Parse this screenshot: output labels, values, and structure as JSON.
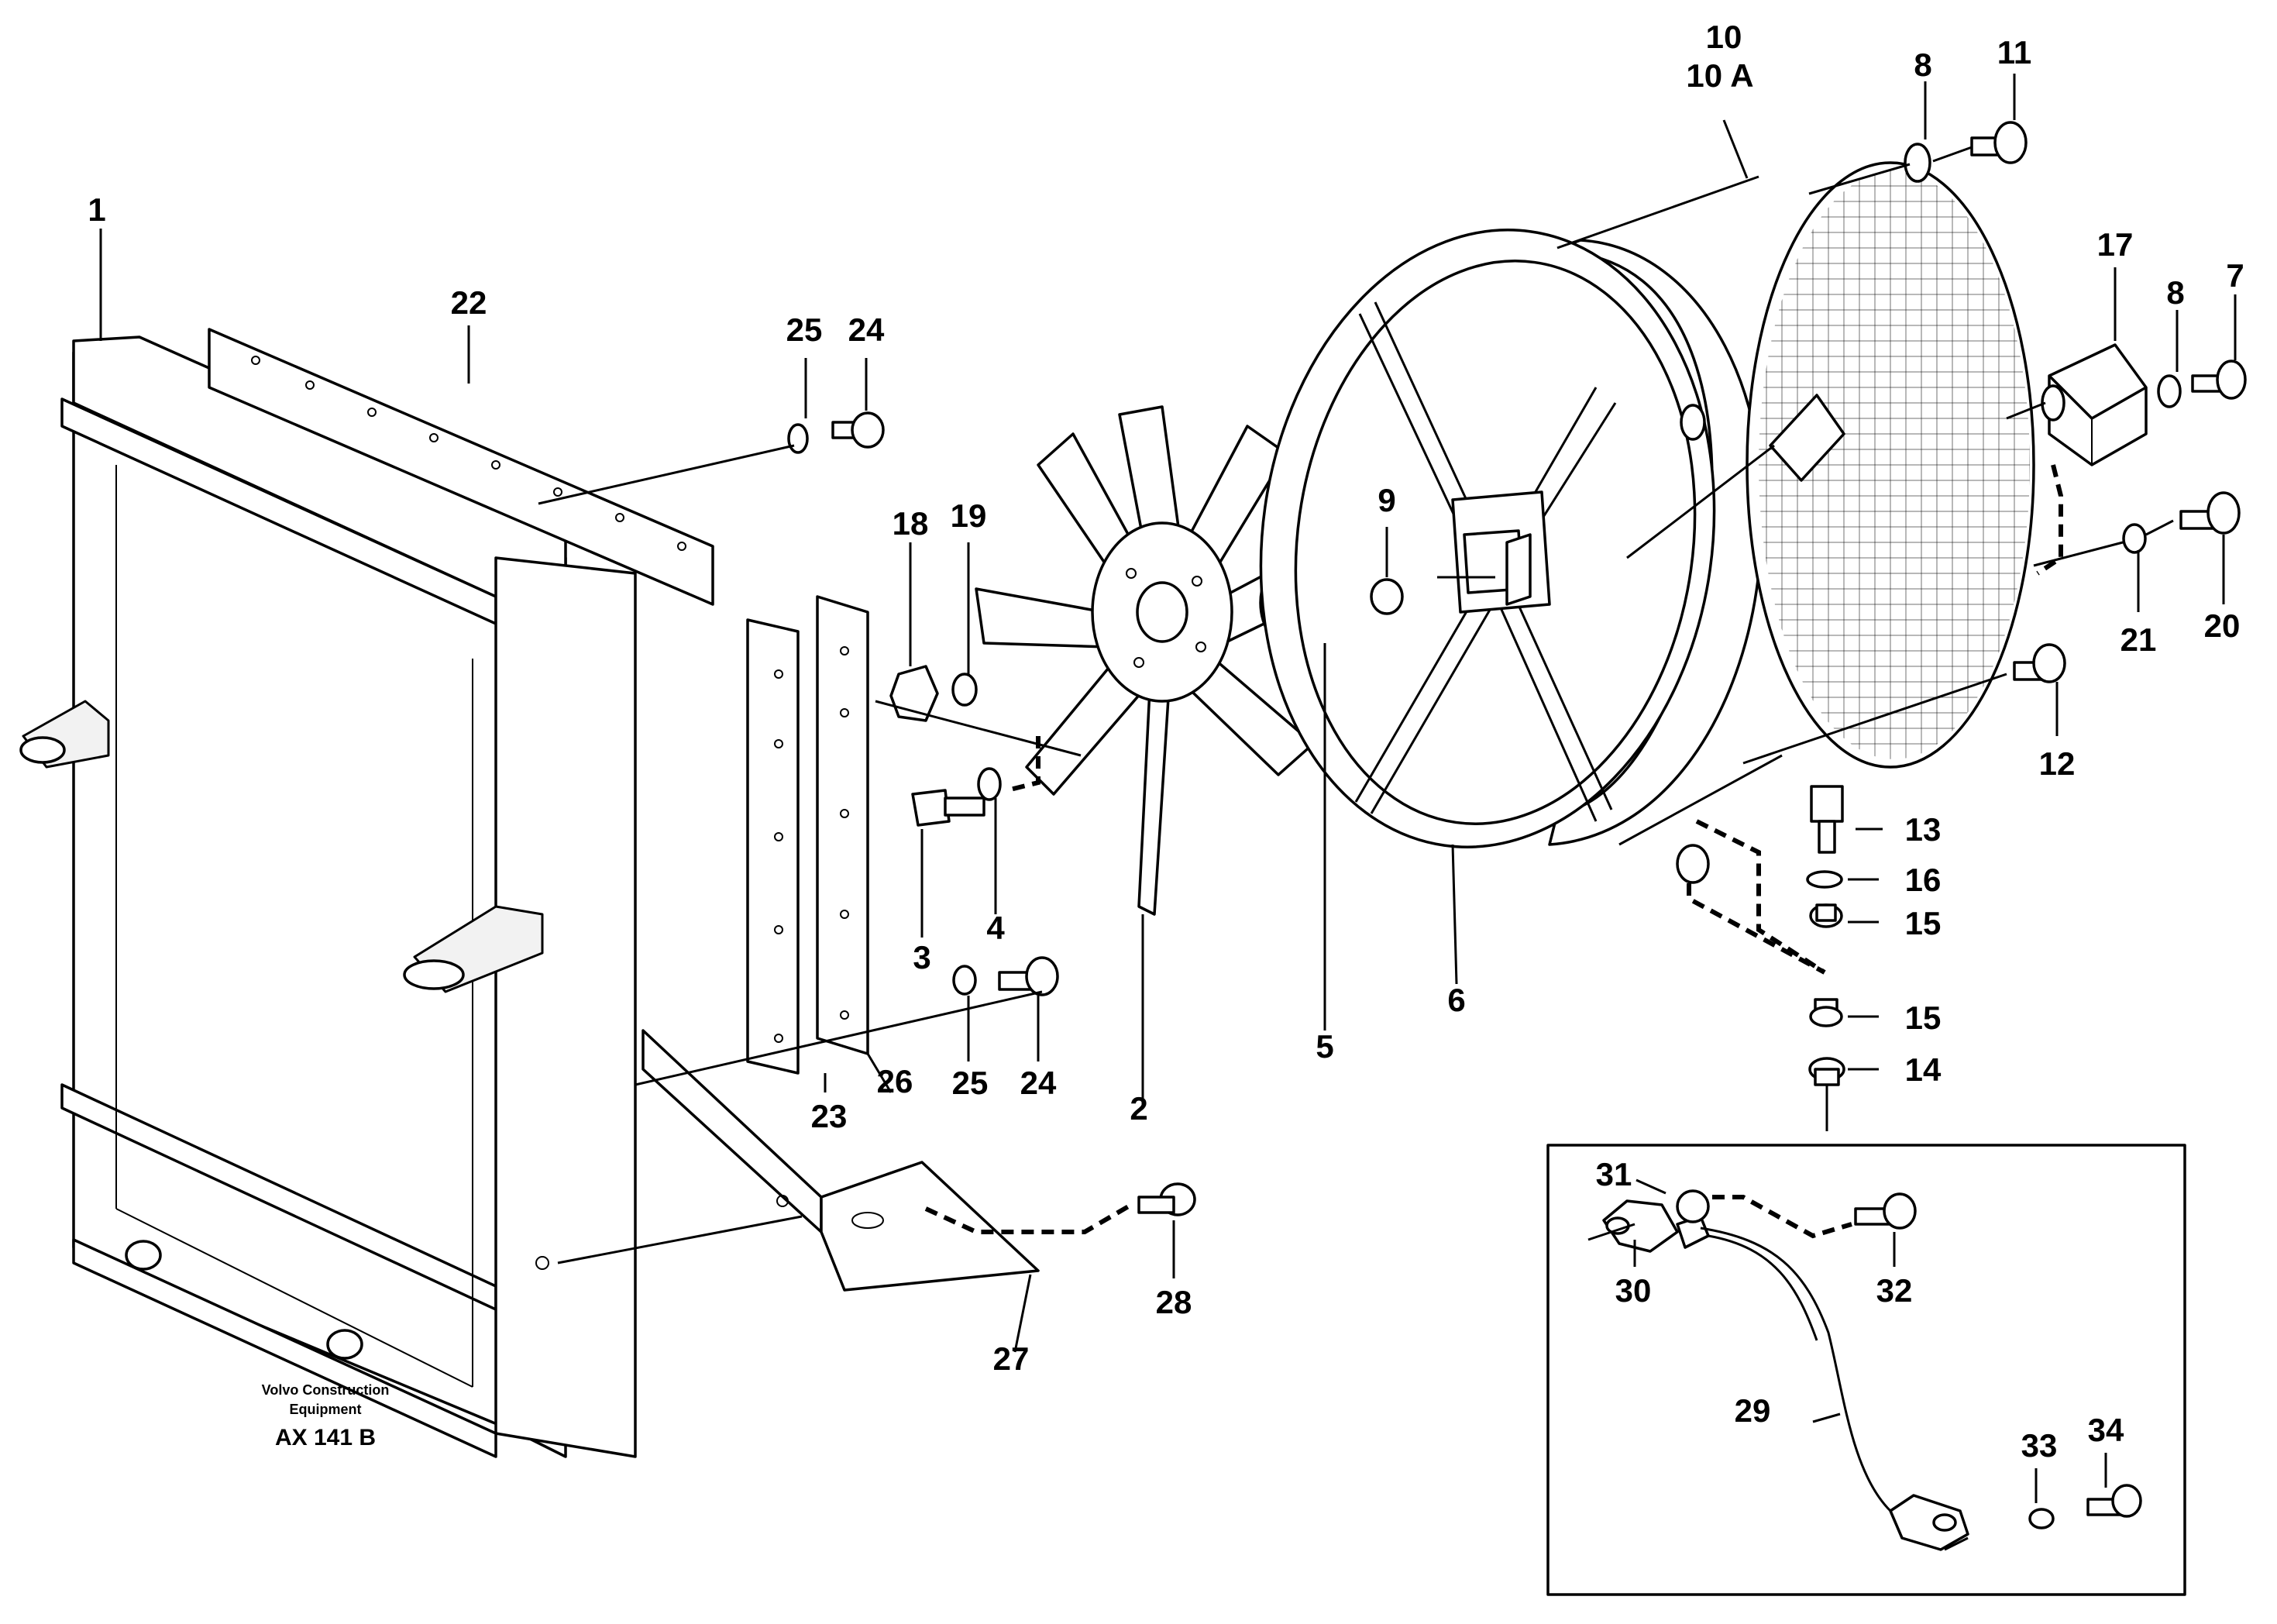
{
  "caption": {
    "company_line1": "Volvo Construction",
    "company_line2": "Equipment",
    "drawing_code": "AX 141 B"
  },
  "callouts": {
    "n1": "1",
    "n2": "2",
    "n3": "3",
    "n4": "4",
    "n5": "5",
    "n6": "6",
    "n7": "7",
    "n8a": "8",
    "n8b": "8",
    "n9": "9",
    "n10": "10",
    "n10a": "10 A",
    "n11": "11",
    "n12": "12",
    "n13": "13",
    "n14": "14",
    "n15a": "15",
    "n15b": "15",
    "n16": "16",
    "n17": "17",
    "n18": "18",
    "n19": "19",
    "n20": "20",
    "n21": "21",
    "n22": "22",
    "n23": "23",
    "n24a": "24",
    "n24b": "24",
    "n25a": "25",
    "n25b": "25",
    "n26": "26",
    "n27": "27",
    "n28": "28",
    "n29": "29",
    "n30": "30",
    "n31": "31",
    "n32": "32",
    "n33": "33",
    "n34": "34"
  }
}
